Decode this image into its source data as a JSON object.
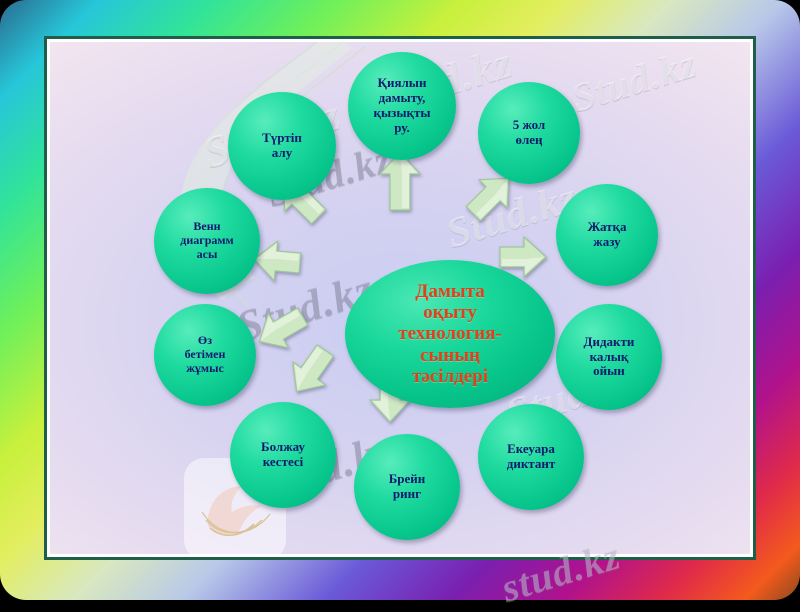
{
  "slide": {
    "title": "Дамыта оқыту технологиясының тәсілдері",
    "frame_colors": {
      "rainbow_start": "#2a6b8f",
      "rainbow_green": "#30e39a",
      "rainbow_yellow": "#c8f03c",
      "rainbow_purple": "#7a1fb0",
      "rainbow_red": "#e02a4a",
      "rainbow_orange": "#f45a1c",
      "inner_line": "#1f5f4a",
      "panel_background": "#e6dcf0"
    }
  },
  "center": {
    "text": "Дамыта оқыту технология-сының тәсілдері",
    "lines": [
      "Дамыта",
      "оқыту",
      "технология-",
      "сының",
      "тәсілдері"
    ],
    "text_color": "#e2401c",
    "fill_color": "#19d79a"
  },
  "nodes": [
    {
      "id": "kiyalyn-damytu",
      "lines": [
        "Қиялын",
        "дамыту,",
        "қызықты",
        "ру."
      ],
      "text_color": "#101a6e"
    },
    {
      "id": "bes-zhol-olen",
      "lines": [
        "5 жол",
        "өлең"
      ],
      "text_color": "#101a6e"
    },
    {
      "id": "zhatqa-zhazu",
      "lines": [
        "Жатқа",
        "жазу"
      ],
      "text_color": "#101a6e"
    },
    {
      "id": "didaktikalyq-oiyn",
      "lines": [
        "Дидакти",
        "калық",
        "ойын"
      ],
      "text_color": "#101a6e"
    },
    {
      "id": "ekeuara-diktant",
      "lines": [
        "Екеуара",
        "диктант"
      ],
      "text_color": "#101a6e"
    },
    {
      "id": "brein-ring",
      "lines": [
        "Брейн",
        "ринг"
      ],
      "text_color": "#101a6e"
    },
    {
      "id": "bolzhau-kestesi",
      "lines": [
        "Болжау",
        "кестесі"
      ],
      "text_color": "#101a6e"
    },
    {
      "id": "oz-betimen-zhumys",
      "lines": [
        "Өз",
        "бетімен",
        "жұмыс"
      ],
      "text_color": "#101a6e"
    },
    {
      "id": "venn-diagrammasy",
      "lines": [
        "Венн",
        "диаграмм",
        "асы"
      ],
      "text_color": "#101a6e"
    },
    {
      "id": "turtip-alu",
      "lines": [
        "Түртіп",
        "алу"
      ],
      "text_color": "#101a6e"
    }
  ],
  "arrows": {
    "count": 10,
    "fill_color": "#cfe8c4",
    "description": "light green block arrows radiating outward from the central ellipse toward each satellite circle"
  },
  "watermarks": [
    {
      "text": "Stud.kz"
    },
    {
      "text": "Stud.kz - Stud.kz"
    },
    {
      "text": "Stud.kz"
    },
    {
      "text": "Stud.kz"
    },
    {
      "text": "Stud.kz"
    },
    {
      "text": "Stud.kz"
    },
    {
      "text": "Stud.kz"
    },
    {
      "text": "stud.kz"
    }
  ]
}
